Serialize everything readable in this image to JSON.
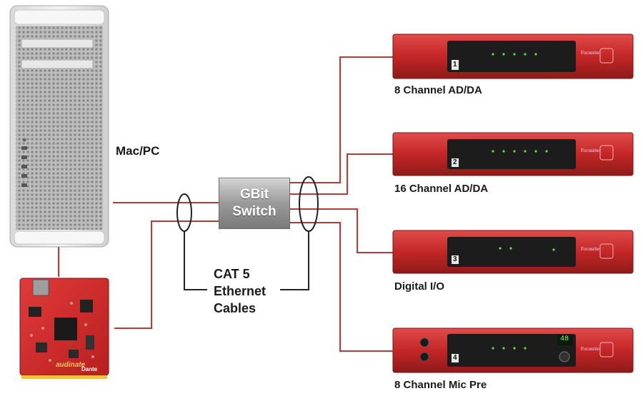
{
  "labels": {
    "computer": "Mac/PC",
    "switch_line1": "GBit",
    "switch_line2": "Switch",
    "cable_line1": "CAT 5",
    "cable_line2": "Ethernet",
    "cable_line3": "Cables"
  },
  "devices": [
    {
      "label": "8 Channel AD/DA",
      "number": "1"
    },
    {
      "label": "16 Channel AD/DA",
      "number": "2"
    },
    {
      "label": "Digital I/O",
      "number": "3"
    },
    {
      "label": "8 Channel Mic Pre",
      "number": "4"
    }
  ],
  "card": {
    "brand": "audinate",
    "logo": "Dante"
  },
  "rack_brand": "Focusrite",
  "mic_pre_display": "48",
  "colors": {
    "cable": "#b53a3a",
    "rack": "#c22a2a",
    "line_black": "#222222"
  }
}
